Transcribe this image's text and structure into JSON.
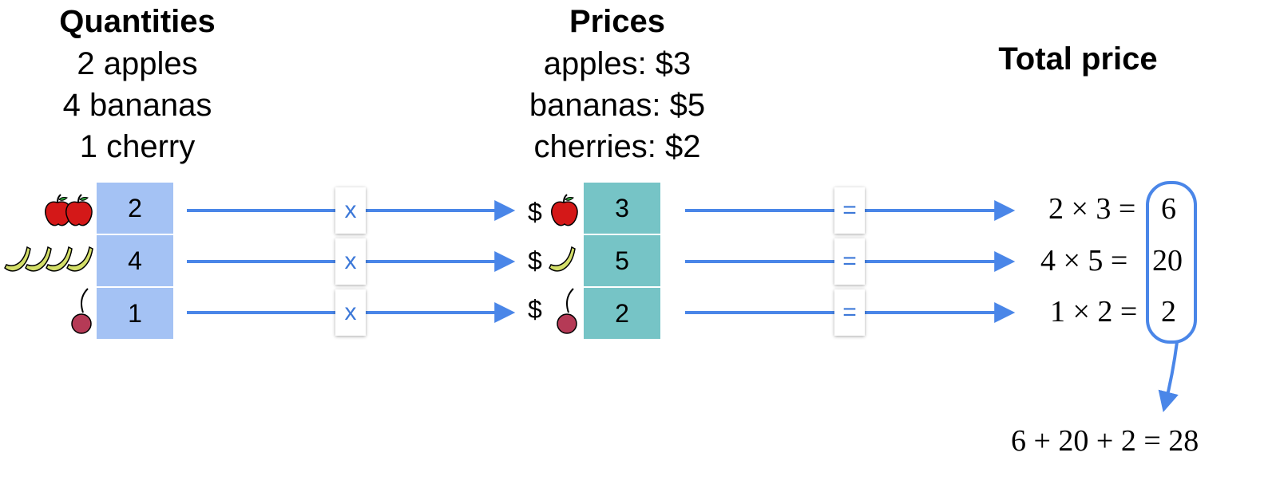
{
  "quantities": {
    "title": "Quantities",
    "lines": [
      "2 apples",
      "4 bananas",
      "1 cherry"
    ],
    "cells": [
      "2",
      "4",
      "1"
    ]
  },
  "prices": {
    "title": "Prices",
    "lines": [
      "apples: $3",
      "bananas: $5",
      "cherries: $2"
    ],
    "cells": [
      "3",
      "5",
      "2"
    ],
    "currency": "$"
  },
  "total": {
    "title": "Total price",
    "products": [
      {
        "left": "2 × 3 =",
        "result": "6"
      },
      {
        "left": "4 × 5 =",
        "result": "20"
      },
      {
        "left": "1 × 2 =",
        "result": "2"
      }
    ],
    "sum": "6 + 20 + 2 = 28"
  },
  "operators": {
    "multiply": "x",
    "equals": "="
  },
  "icons": {
    "row1": "apple-icon",
    "row2": "banana-icon",
    "row3": "cherry-icon"
  },
  "colors": {
    "quantity_cell": "#a4c2f4",
    "price_cell": "#76c4c6",
    "arrow": "#4a86e8"
  }
}
